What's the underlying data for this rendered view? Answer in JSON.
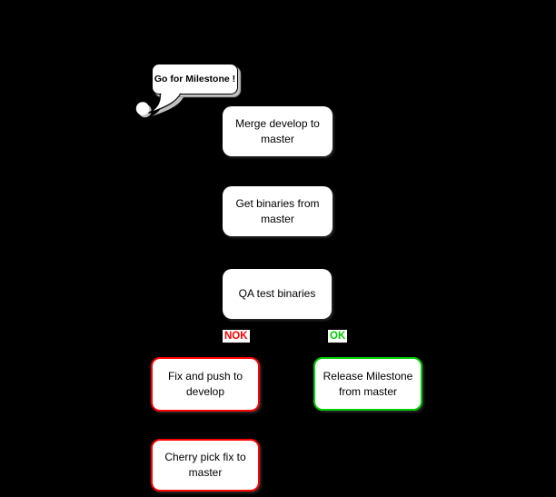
{
  "diagram": {
    "background": "#000000",
    "speech_bubble": {
      "text": "Go for Milestone !"
    },
    "start_marker": {
      "icon": "filled-circle",
      "color": "#ffffff"
    },
    "nodes": {
      "merge": {
        "lines": [
          "Merge develop to",
          "master"
        ]
      },
      "get_binaries": {
        "lines": [
          "Get binaries from",
          "master"
        ]
      },
      "qa_test": {
        "lines": [
          "QA test binaries"
        ]
      },
      "fix_push": {
        "lines": [
          "Fix and push to",
          "develop"
        ]
      },
      "release": {
        "lines": [
          "Release Milestone",
          "from master"
        ]
      },
      "cherry_pick": {
        "lines": [
          "Cherry pick fix to",
          "master"
        ]
      }
    },
    "branch_labels": {
      "nok": {
        "text": "NOK",
        "color": "#ff0000"
      },
      "ok": {
        "text": "OK",
        "color": "#00cc00"
      }
    },
    "colors": {
      "node_fill": "#ffffff",
      "node_text": "#000000",
      "fail_border": "#ff0000",
      "success_border": "#00cc00",
      "bubble_shadow": "#c0c0c0"
    }
  }
}
